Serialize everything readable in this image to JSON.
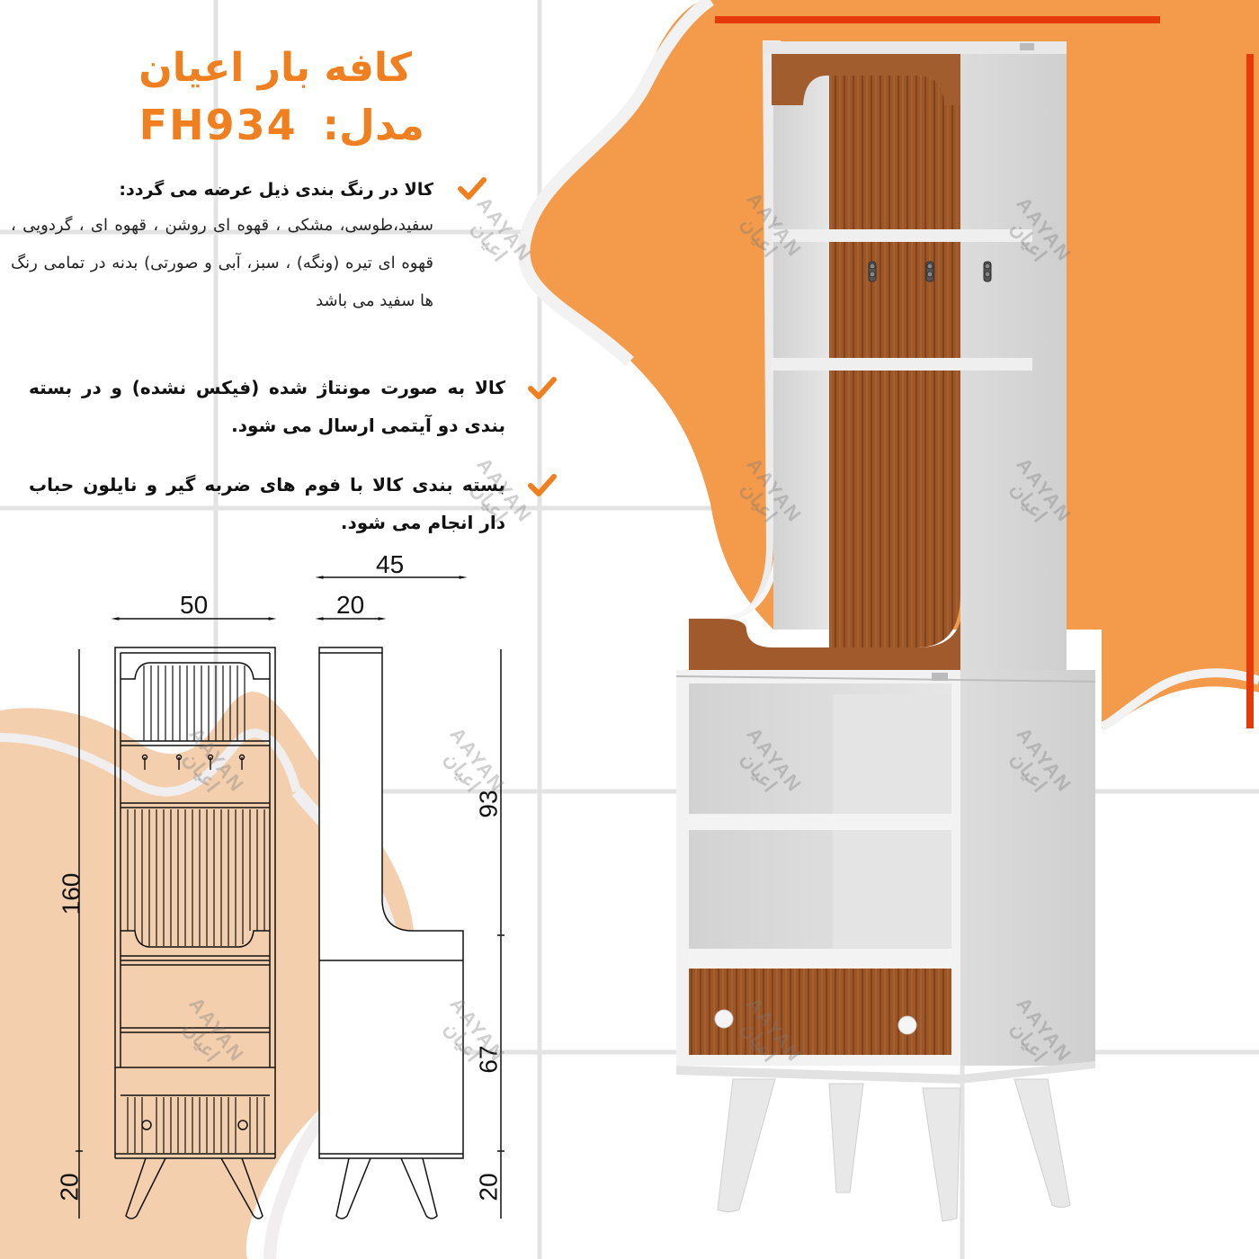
{
  "header": {
    "product_name": "کافه بار اعیان",
    "model_label": "مدل:",
    "model_code": "FH934"
  },
  "features": [
    {
      "icon": "check-icon",
      "heading": "کالا در رنگ بندی ذیل عرضه می گردد:",
      "body": "سفید،طوسی، مشکی ، قهوه ای روشن ، قهوه ای ، گردویی ، قهوه ای تیره (ونگه) ، سبز، آبی و صورتی) بدنه در تمامی رنگ ها سفید می باشد"
    },
    {
      "icon": "check-icon",
      "heading": "کالا به صورت مونتاژ شده (فیکس نشده) و در بسته بندی دو آیتمی ارسال می شود.",
      "body": ""
    },
    {
      "icon": "check-icon",
      "heading": "بسته بندی کالا با فوم های ضربه گیر و نایلون حباب دار انجام می شود.",
      "body": ""
    }
  ],
  "drawing": {
    "front_width": "50",
    "side_total_depth": "45",
    "side_top_depth": "20",
    "total_height": "160",
    "leg_height_front": "20",
    "upper_height": "93",
    "lower_height": "67",
    "leg_height_side": "20"
  },
  "watermark": {
    "latin": "AAYAN",
    "persian": "اعیان"
  },
  "colors": {
    "accent_orange": "#f07f1f",
    "blob_orange": "#f39a4b",
    "blob_light": "#f3cfae",
    "accent_red": "#e63a0a",
    "wood": "#a0592a",
    "cabinet_white": "#e9e9ea"
  }
}
